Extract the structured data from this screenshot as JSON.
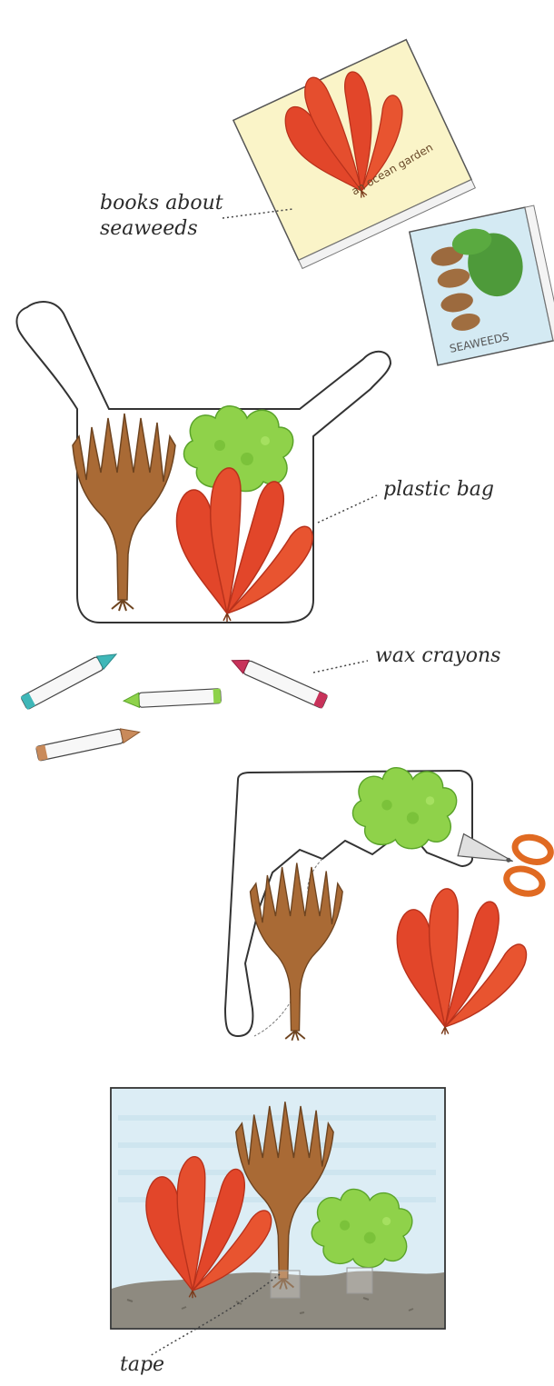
{
  "labels": {
    "books": [
      "books about",
      "seaweeds"
    ],
    "bag": "plastic bag",
    "crayons": "wax crayons",
    "tape": "tape"
  },
  "book_titles": {
    "ocean_garden": "an ocean garden",
    "seaweeds": "SEAWEEDS"
  },
  "colors": {
    "red_seaweed": "#e2462a",
    "brown_seaweed": "#a96a35",
    "green_seaweed": "#8fd24a",
    "book_cover_yellow": "#faf4c8",
    "book_cover_blue": "#d4eaf3",
    "sky": "#dcedf5",
    "sand": "#8e8a80",
    "scissor_handle": "#e06a22",
    "crayon_teal": "#3fb7b8",
    "crayon_green": "#8ed24a",
    "crayon_magenta": "#c8325a",
    "crayon_tan": "#c98a5a"
  }
}
